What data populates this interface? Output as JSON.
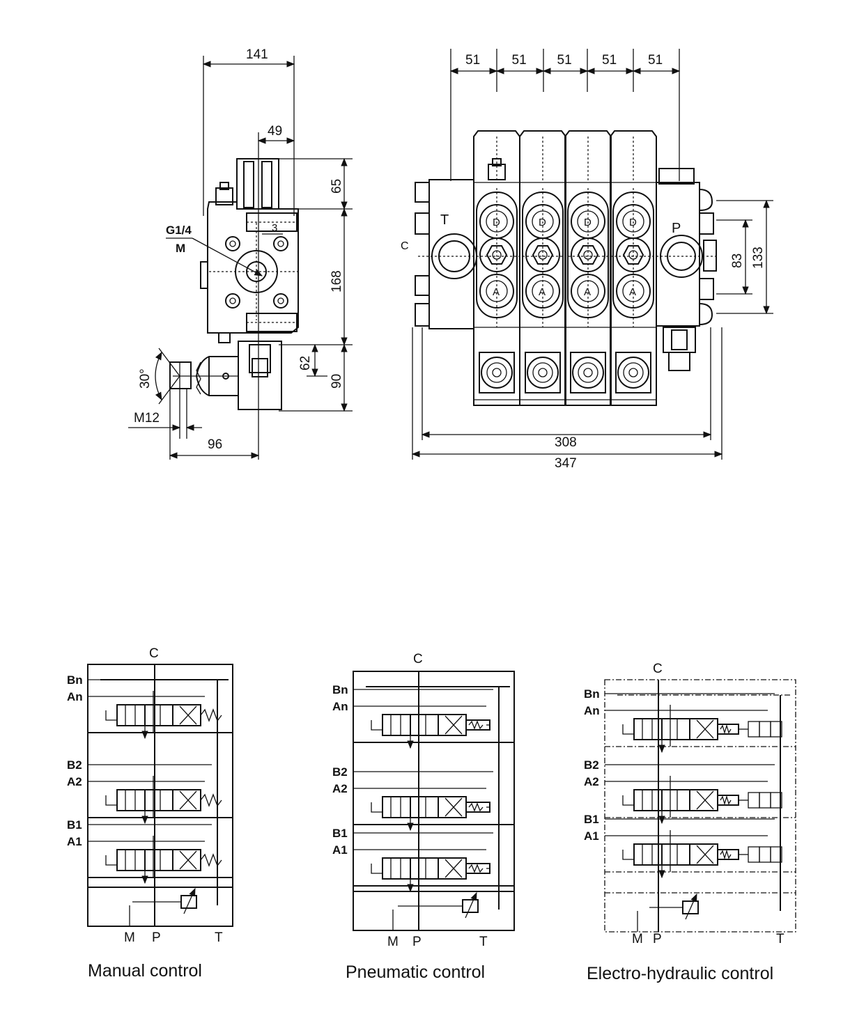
{
  "side_view": {
    "dims": {
      "width_top": "141",
      "offset": "49",
      "h_top": "65",
      "h_mid": "168",
      "h_62": "62",
      "h_90": "90",
      "angle": "30°",
      "thread": "M12",
      "length": "96",
      "small": "3"
    },
    "port_label": "G1/4",
    "port_sub": "M"
  },
  "front_view": {
    "pitch": [
      "51",
      "51",
      "51",
      "51",
      "51"
    ],
    "width_inner": "308",
    "width_outer": "347",
    "h_83": "83",
    "h_133": "133",
    "ports": {
      "T": "T",
      "C": "C",
      "P": "P"
    },
    "section_marks": {
      "top": "D",
      "bottom": "A"
    }
  },
  "schematics": [
    {
      "caption": "Manual control",
      "top": "C",
      "rows": [
        {
          "b": "Bn",
          "a": "An"
        },
        {
          "b": "B2",
          "a": "A2"
        },
        {
          "b": "B1",
          "a": "A1"
        }
      ],
      "bottom": {
        "m": "M",
        "p": "P",
        "t": "T"
      }
    },
    {
      "caption": "Pneumatic control",
      "top": "C",
      "rows": [
        {
          "b": "Bn",
          "a": "An"
        },
        {
          "b": "B2",
          "a": "A2"
        },
        {
          "b": "B1",
          "a": "A1"
        }
      ],
      "bottom": {
        "m": "M",
        "p": "P",
        "t": "T"
      }
    },
    {
      "caption": "Electro-hydraulic control",
      "top": "C",
      "rows": [
        {
          "b": "Bn",
          "a": "An"
        },
        {
          "b": "B2",
          "a": "A2"
        },
        {
          "b": "B1",
          "a": "A1"
        }
      ],
      "bottom": {
        "m": "M",
        "p": "P",
        "t": "T"
      }
    }
  ]
}
